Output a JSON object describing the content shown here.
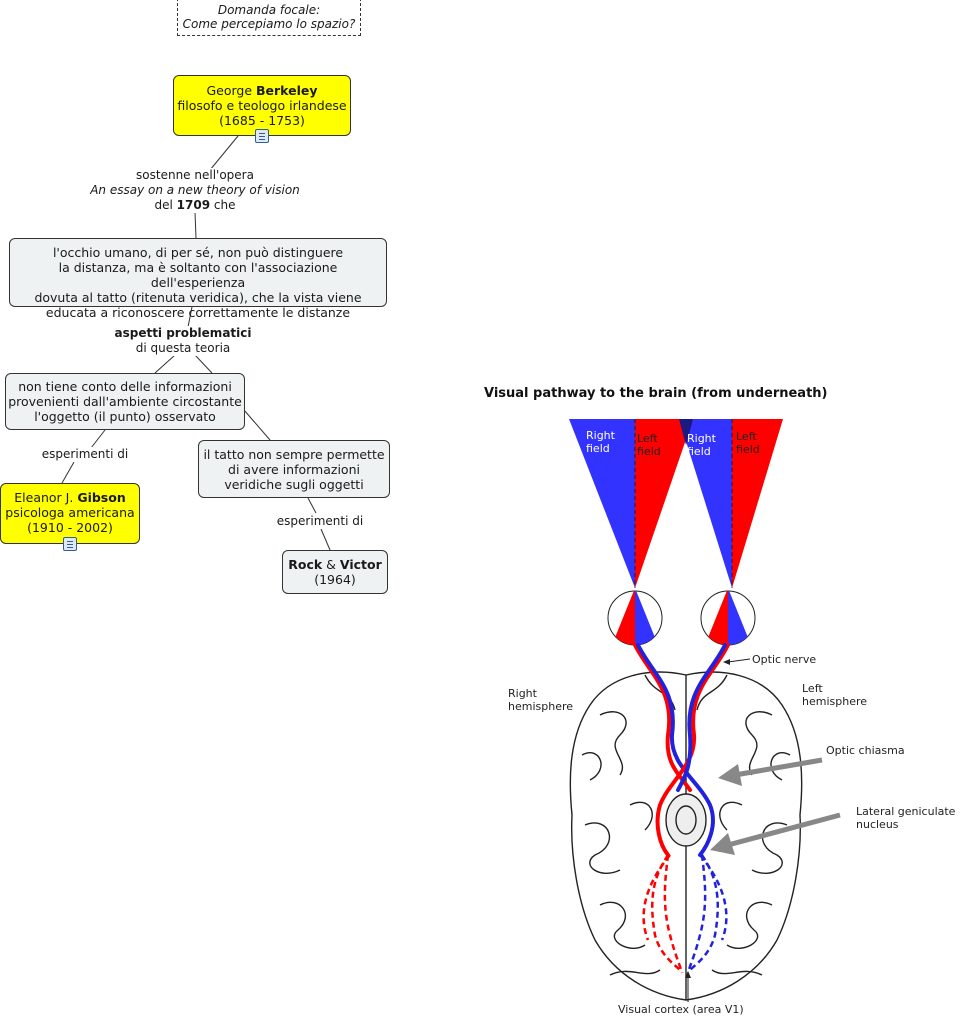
{
  "focus_question": {
    "line1": "Domanda focale:",
    "line2": "Come percepiamo lo spazio?"
  },
  "berkeley": {
    "first": "George ",
    "last": "Berkeley",
    "role": "filosofo e teologo irlandese",
    "dates": "(1685 - 1753)"
  },
  "link1": {
    "line1": "sostenne nell'opera",
    "title": "An essay on a new theory of vision",
    "pre": "del ",
    "year": "1709",
    "post": " che"
  },
  "thesis": {
    "line1": "l'occhio umano, di per sé, non può distinguere",
    "line2": "la distanza, ma è soltanto con l'associazione dell'esperienza",
    "line3": "dovuta al tatto (ritenuta veridica), che la vista viene",
    "line4": "educata a riconoscere correttamente le distanze"
  },
  "link2": {
    "bold": "aspetti problematici",
    "rest": "di questa teoria"
  },
  "problem1": {
    "line1": "non tiene conto delle informazioni",
    "line2": "provenienti dall'ambiente circostante",
    "line3": "l'oggetto (il punto) osservato"
  },
  "link3": "esperimenti di",
  "gibson": {
    "first": "Eleanor J. ",
    "last": "Gibson",
    "role": "psicologa americana",
    "dates": "(1910 - 2002)"
  },
  "problem2": {
    "line1": "il tatto non sempre permette",
    "line2": "di avere informazioni",
    "line3": "veridiche sugli oggetti"
  },
  "link4": "esperimenti di",
  "rock": {
    "a": "Rock",
    "amp": " & ",
    "b": "Victor",
    "year": "(1964)"
  },
  "figure": {
    "title": "Visual pathway to the brain (from underneath)",
    "right_field": [
      "Right",
      "field"
    ],
    "left_field": [
      "Left",
      "field"
    ],
    "optic_nerve": "Optic nerve",
    "right_hemisphere": [
      "Right",
      "hemisphere"
    ],
    "left_hemisphere": [
      "Left",
      "hemisphere"
    ],
    "optic_chiasma": "Optic chiasma",
    "lgn": [
      "Lateral geniculate",
      "nucleus"
    ],
    "visual_cortex": "Visual cortex (area V1)"
  },
  "colors": {
    "node_yellow": "#ffff00",
    "node_grey": "#eef2f3",
    "field_red": "#ff0000",
    "field_blue": "#3333ff",
    "arrow_grey": "#888888"
  }
}
